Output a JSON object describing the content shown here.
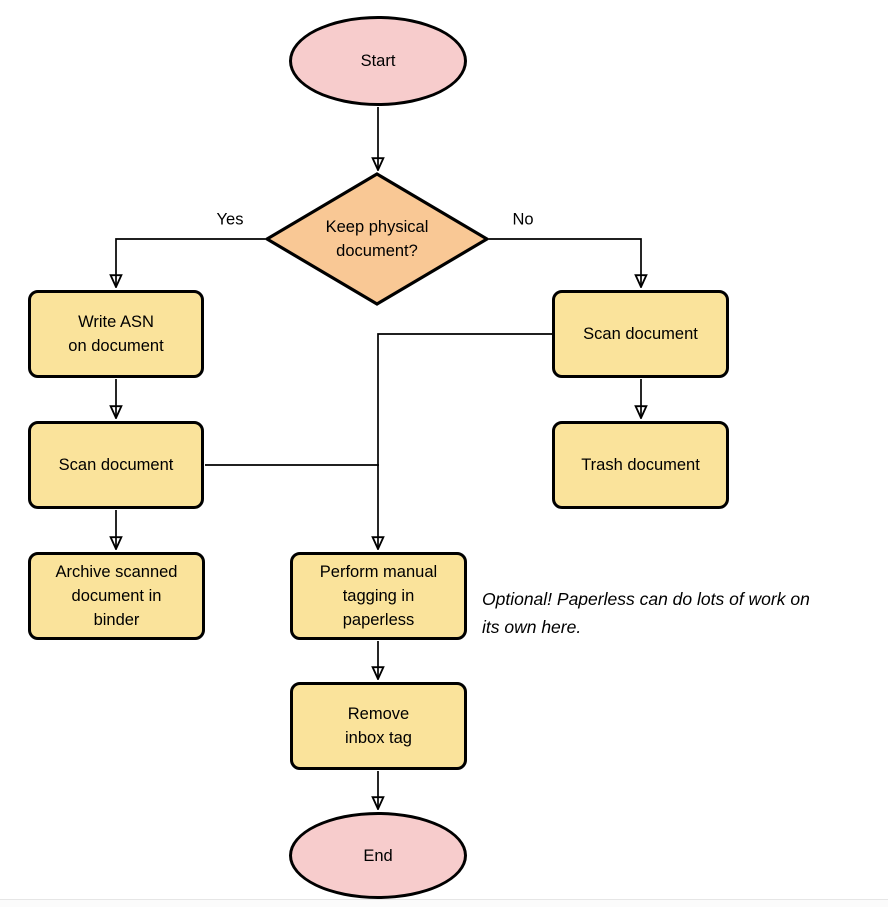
{
  "diagram": {
    "nodes": {
      "start": {
        "label": "Start",
        "shape": "terminator"
      },
      "decision": {
        "label": "Keep physical\ndocument?",
        "shape": "diamond"
      },
      "write_asn": {
        "label": "Write ASN\non document",
        "shape": "process"
      },
      "scan_left": {
        "label": "Scan document",
        "shape": "process"
      },
      "archive": {
        "label": "Archive scanned\ndocument in\nbinder",
        "shape": "process"
      },
      "scan_right": {
        "label": "Scan document",
        "shape": "process"
      },
      "trash": {
        "label": "Trash document",
        "shape": "process"
      },
      "tagging": {
        "label": "Perform manual\ntagging in\npaperless",
        "shape": "process"
      },
      "remove_inbox": {
        "label": "Remove\ninbox tag",
        "shape": "process"
      },
      "end": {
        "label": "End",
        "shape": "terminator"
      }
    },
    "edge_labels": {
      "yes": "Yes",
      "no": "No"
    },
    "annotation": "Optional! Paperless can do lots of work on\nits own here.",
    "colors": {
      "terminator_fill": "#F7CCCC",
      "decision_fill": "#F9C895",
      "process_fill": "#FAE39B",
      "stroke": "#000000",
      "background": "#FFFFFF"
    }
  }
}
